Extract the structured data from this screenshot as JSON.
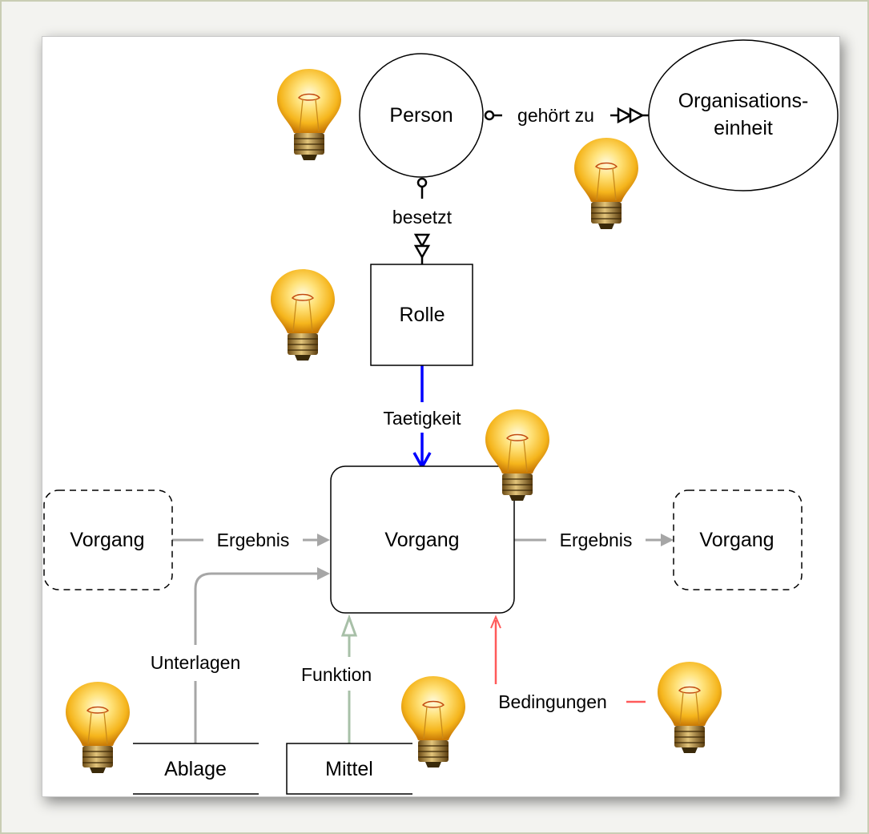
{
  "nodes": {
    "person": "Person",
    "orgunit_line1": "Organisations-",
    "orgunit_line2": "einheit",
    "rolle": "Rolle",
    "vorgang_left": "Vorgang",
    "vorgang_center": "Vorgang",
    "vorgang_right": "Vorgang",
    "ablage": "Ablage",
    "mittel": "Mittel"
  },
  "edges": {
    "gehoert_zu": "gehört zu",
    "besetzt": "besetzt",
    "taetigkeit": "Taetigkeit",
    "ergebnis_left": "Ergebnis",
    "ergebnis_right": "Ergebnis",
    "unterlagen": "Unterlagen",
    "funktion": "Funktion",
    "bedingungen": "Bedingungen"
  },
  "colors": {
    "taetigkeit_edge": "#0000ff",
    "bedingungen_edge": "#ff5a5a",
    "funktion_edge": "#a8c0a8",
    "gray_edge": "#a6a6a6"
  },
  "icons": [
    "lightbulb-icon",
    "lightbulb-icon",
    "lightbulb-icon",
    "lightbulb-icon",
    "lightbulb-icon",
    "lightbulb-icon",
    "lightbulb-icon"
  ]
}
